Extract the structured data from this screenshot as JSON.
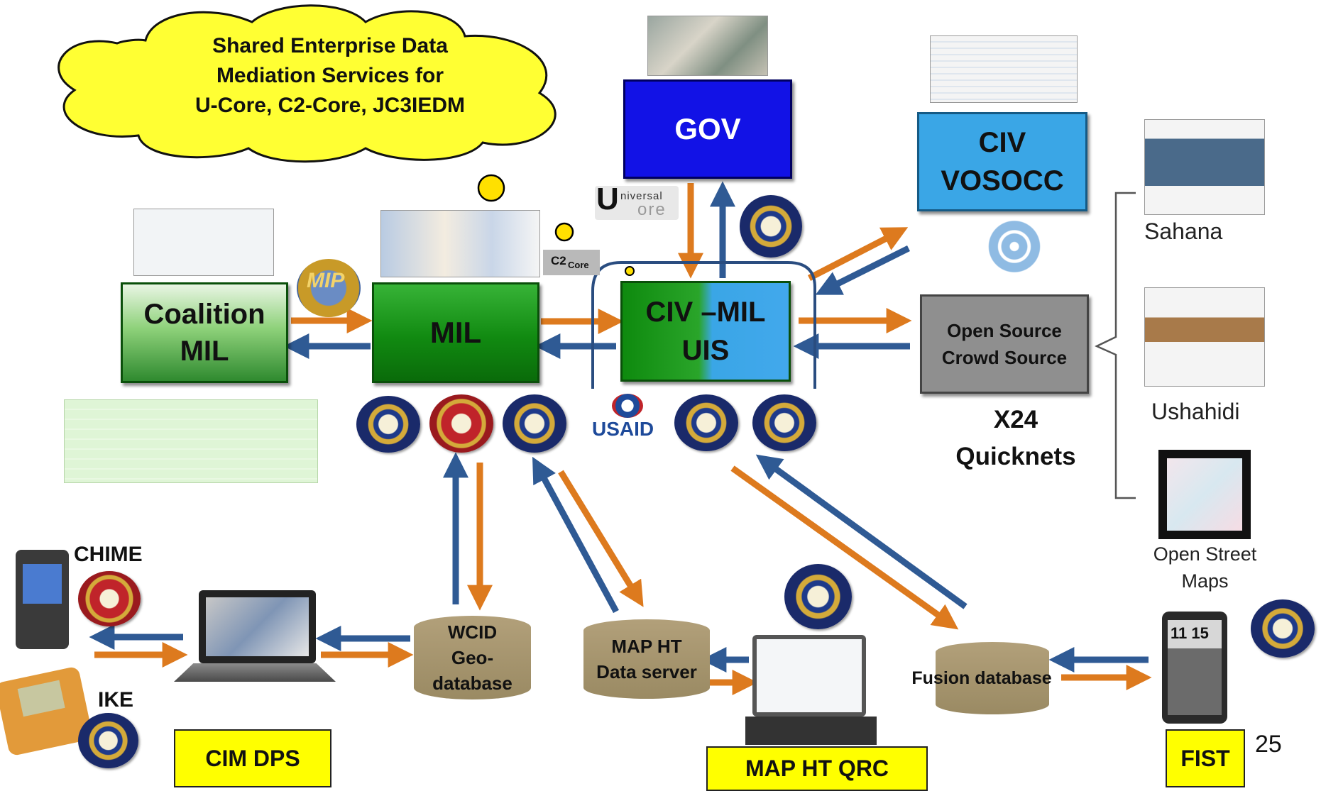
{
  "cloud": {
    "line1": "Shared Enterprise Data",
    "line2": "Mediation Services for",
    "line3": "U-Core, C2-Core, JC3IEDM"
  },
  "nodes": {
    "gov": "GOV",
    "civ_vosocc": {
      "line1": "CIV",
      "line2": "VOSOCC"
    },
    "coalition_mil": {
      "line1": "Coalition",
      "line2": "MIL"
    },
    "mil": "MIL",
    "civ_mil_uis": {
      "line1": "CIV –MIL",
      "line2": "UIS"
    },
    "open_source": {
      "line1": "Open Source",
      "line2": "Crowd Source"
    },
    "x24": {
      "line1": "X24",
      "line2": "Quicknets"
    }
  },
  "side_sources": {
    "sahana": "Sahana",
    "ushahidi": "Ushahidi",
    "osm_line1": "Open Street",
    "osm_line2": "Maps"
  },
  "logos": {
    "ucore_u": "U",
    "ucore_rest1": "niversal",
    "ucore_rest2": "ore",
    "c2core_main": "C2",
    "c2core_sub": "Core",
    "usaid": "USAID",
    "mip": "MIP"
  },
  "devices": {
    "chime": "CHIME",
    "ike": "IKE",
    "clock": "11 15"
  },
  "databases": {
    "wcid": {
      "line1": "WCID",
      "line2": "Geo-database"
    },
    "map_ht": {
      "line1": "MAP HT",
      "line2": "Data server"
    },
    "fusion": "Fusion database"
  },
  "labels": {
    "cim_dps": "CIM DPS",
    "map_ht_qrc": "MAP HT QRC",
    "fist": "FIST"
  },
  "page_number": "25",
  "colors": {
    "orange_arrow": "#dd7a1e",
    "blue_arrow": "#2f5a94",
    "gov_blue": "#1212e6",
    "civ_cyan": "#3aa6e6",
    "green": "#128c12",
    "yellow": "#ffff00",
    "gray_box": "#8f8f8f",
    "cylinder": "#a89872"
  }
}
